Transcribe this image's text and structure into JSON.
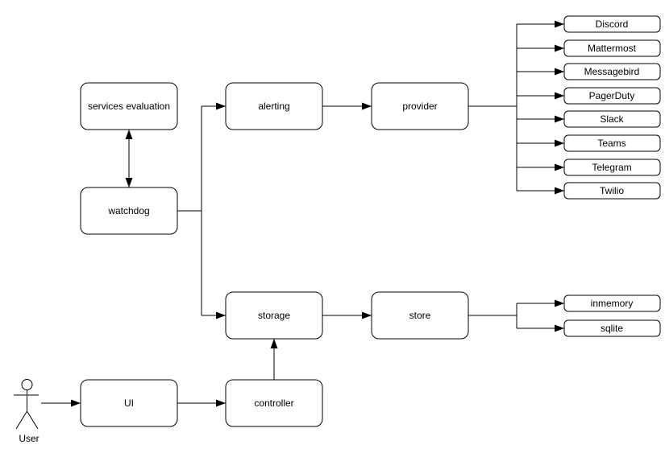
{
  "diagram": {
    "type": "architecture-flowchart",
    "background_color": "#ffffff",
    "stroke_color": "#000000",
    "node_fill_color": "#ffffff",
    "text_color": "#000000",
    "actor": {
      "label": "User"
    },
    "nodes": {
      "services_evaluation": "services evaluation",
      "watchdog": "watchdog",
      "alerting": "alerting",
      "provider": "provider",
      "storage": "storage",
      "store": "store",
      "ui": "UI",
      "controller": "controller"
    },
    "alerting_providers": [
      "Discord",
      "Mattermost",
      "Messagebird",
      "PagerDuty",
      "Slack",
      "Teams",
      "Telegram",
      "Twilio"
    ],
    "store_backends": [
      "inmemory",
      "sqlite"
    ],
    "edges": [
      {
        "from": "watchdog",
        "to": "services_evaluation",
        "direction": "bidirectional"
      },
      {
        "from": "watchdog",
        "to": "alerting",
        "direction": "forward"
      },
      {
        "from": "watchdog",
        "to": "storage",
        "direction": "forward"
      },
      {
        "from": "alerting",
        "to": "provider",
        "direction": "forward"
      },
      {
        "from": "provider",
        "to": "Discord",
        "direction": "forward"
      },
      {
        "from": "provider",
        "to": "Mattermost",
        "direction": "forward"
      },
      {
        "from": "provider",
        "to": "Messagebird",
        "direction": "forward"
      },
      {
        "from": "provider",
        "to": "PagerDuty",
        "direction": "forward"
      },
      {
        "from": "provider",
        "to": "Slack",
        "direction": "forward"
      },
      {
        "from": "provider",
        "to": "Teams",
        "direction": "forward"
      },
      {
        "from": "provider",
        "to": "Telegram",
        "direction": "forward"
      },
      {
        "from": "provider",
        "to": "Twilio",
        "direction": "forward"
      },
      {
        "from": "storage",
        "to": "store",
        "direction": "forward"
      },
      {
        "from": "store",
        "to": "inmemory",
        "direction": "forward"
      },
      {
        "from": "store",
        "to": "sqlite",
        "direction": "forward"
      },
      {
        "from": "controller",
        "to": "storage",
        "direction": "forward"
      },
      {
        "from": "ui",
        "to": "controller",
        "direction": "forward"
      },
      {
        "from": "User",
        "to": "ui",
        "direction": "forward"
      }
    ]
  }
}
